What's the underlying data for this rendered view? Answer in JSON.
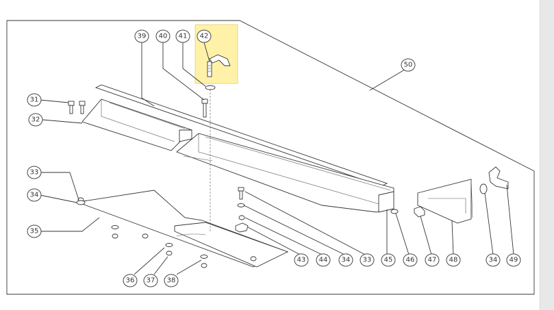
{
  "diagram": {
    "highlight_color": "#fff2a8",
    "callouts": {
      "c31": "31",
      "c32": "32",
      "c33": "33",
      "c34a": "34",
      "c35": "35",
      "c36": "36",
      "c37": "37",
      "c38": "38",
      "c39": "39",
      "c40": "40",
      "c41": "41",
      "c42": "42",
      "c43": "43",
      "c44": "44",
      "c34b": "34",
      "c33b": "33",
      "c45": "45",
      "c46": "46",
      "c47": "47",
      "c48": "48",
      "c34c": "34",
      "c49": "49",
      "c50": "50"
    }
  }
}
